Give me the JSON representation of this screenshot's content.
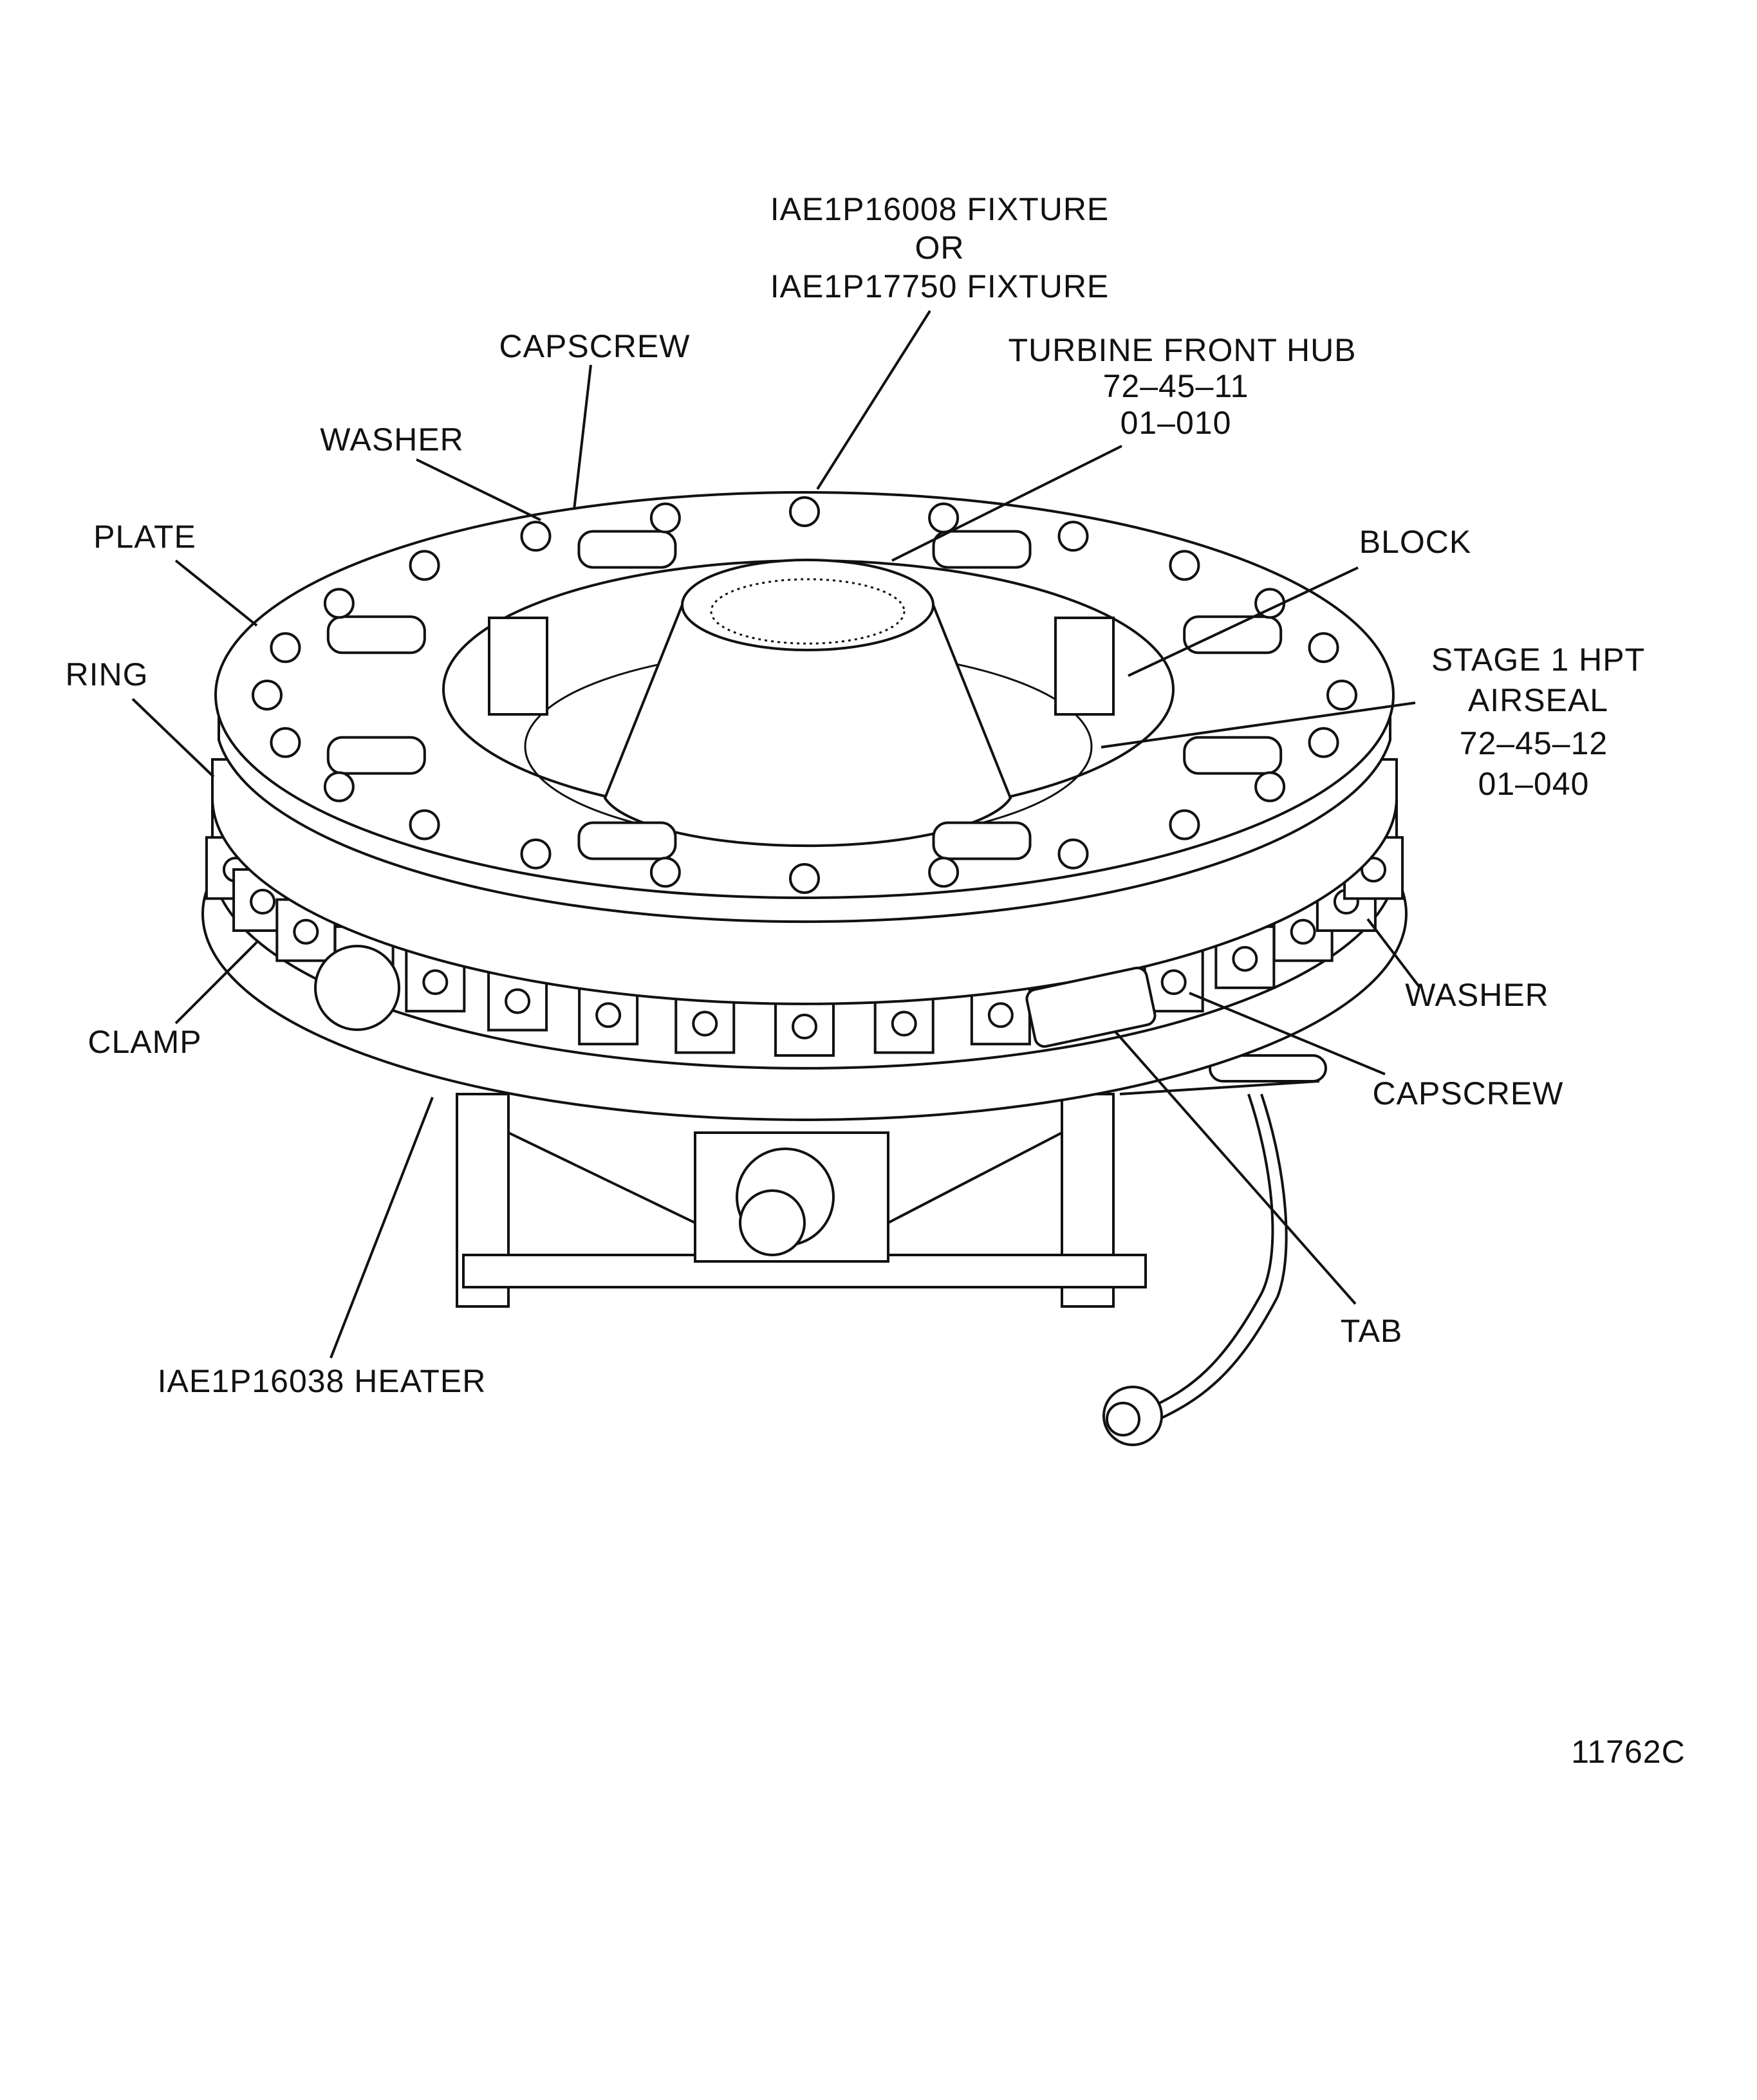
{
  "figure_id": "11762C",
  "labels": {
    "fixture_1": "IAE1P16008 FIXTURE",
    "fixture_or": "OR",
    "fixture_2": "IAE1P17750 FIXTURE",
    "capscrew_top": "CAPSCREW",
    "hub_name": "TURBINE FRONT HUB",
    "hub_ref1": "72–45–11",
    "hub_ref2": "01–010",
    "washer_top": "WASHER",
    "plate": "PLATE",
    "block": "BLOCK",
    "ring": "RING",
    "airseal_name1": "STAGE 1 HPT",
    "airseal_name2": "AIRSEAL",
    "airseal_ref1": "72–45–12",
    "airseal_ref2": "01–040",
    "washer_right": "WASHER",
    "clamp": "CLAMP",
    "capscrew_right": "CAPSCREW",
    "tab": "TAB",
    "heater": "IAE1P16038 HEATER"
  }
}
